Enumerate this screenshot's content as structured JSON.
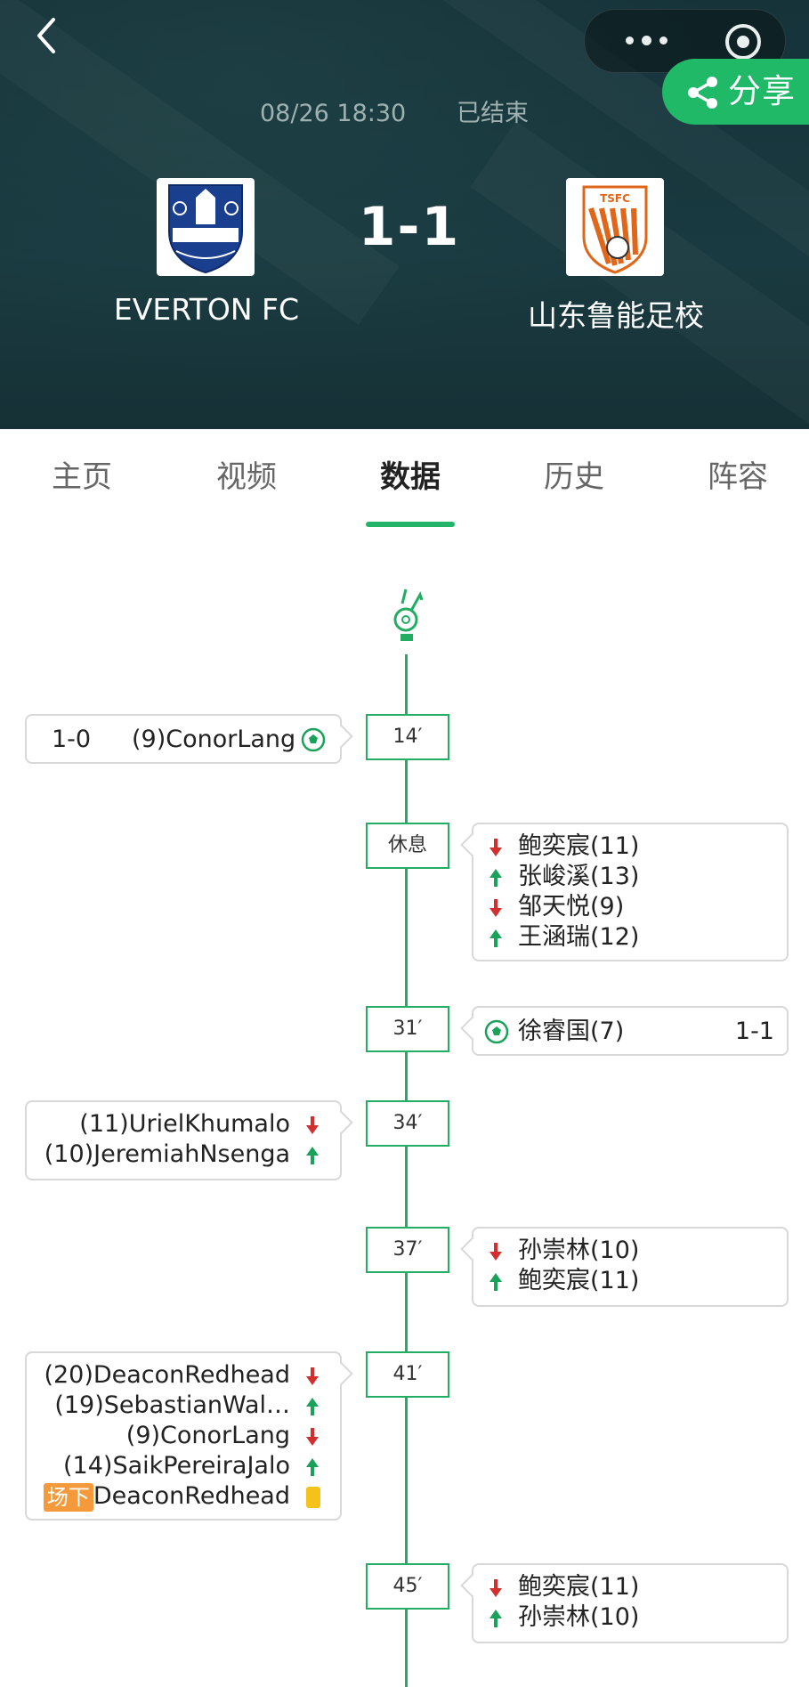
{
  "header": {
    "date": "08/26 18:30",
    "status": "已结束",
    "score": "1-1",
    "home_name": "EVERTON FC",
    "away_name": "山东鲁能足校",
    "share_label": "分享"
  },
  "tabs": [
    {
      "label": "主页"
    },
    {
      "label": "视频"
    },
    {
      "label": "数据"
    },
    {
      "label": "历史"
    },
    {
      "label": "阵容"
    }
  ],
  "colors": {
    "accent": "#1fb968",
    "header_bg": "#183438",
    "arrow_down": "#d32f2f",
    "arrow_up": "#1aa25a",
    "yellow_card": "#f4c21b",
    "off_tag": "#f49a3a"
  },
  "events": [
    {
      "minute": "14′",
      "score": "1-0",
      "player": "(9)ConorLang"
    },
    {
      "minute": "休息",
      "rows": [
        "鲍奕宸(11)",
        "张峻溪(13)",
        "邹天悦(9)",
        "王涵瑞(12)"
      ]
    },
    {
      "minute": "31′",
      "player": "徐睿国(7)",
      "score": "1-1"
    },
    {
      "minute": "34′",
      "rows": [
        "(11)UrielKhumalo",
        "(10)JeremiahNsenga"
      ]
    },
    {
      "minute": "37′",
      "rows": [
        "孙崇林(10)",
        "鲍奕宸(11)"
      ]
    },
    {
      "minute": "41′",
      "rows": [
        "(20)DeaconRedhead",
        "(19)SebastianWal…",
        "(9)ConorLang",
        "(14)SaikPereiraJalo",
        "DeaconRedhead"
      ],
      "tag": "场下"
    },
    {
      "minute": "45′",
      "rows": [
        "鲍奕宸(11)",
        "孙崇林(10)"
      ]
    }
  ]
}
